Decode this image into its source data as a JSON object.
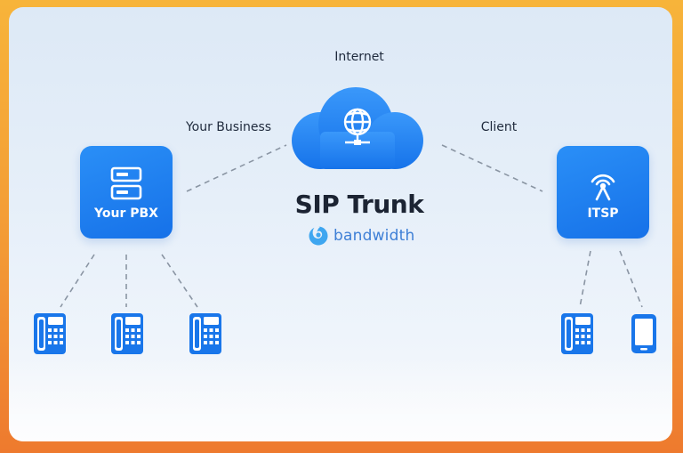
{
  "labels": {
    "internet": "Internet",
    "your_business": "Your Business",
    "client": "Client"
  },
  "nodes": {
    "pbx": {
      "label": "Your PBX",
      "icon": "server-icon"
    },
    "itsp": {
      "label": "ITSP",
      "icon": "antenna-icon"
    },
    "cloud": {
      "icon": "globe-icon"
    }
  },
  "center": {
    "title": "SIP Trunk",
    "brand": "bandwidth"
  },
  "devices": {
    "business": [
      "desk-phone-icon",
      "desk-phone-icon",
      "desk-phone-icon"
    ],
    "client": [
      "desk-phone-icon",
      "mobile-phone-icon"
    ]
  },
  "colors": {
    "primary_blue": "#1a78ef",
    "cloud_blue": "#1f86f2",
    "connector_gray": "#8a95a3",
    "title_text": "#1c2433",
    "brand_text": "#3e7fd6",
    "frame_orange": "#f39a35"
  }
}
